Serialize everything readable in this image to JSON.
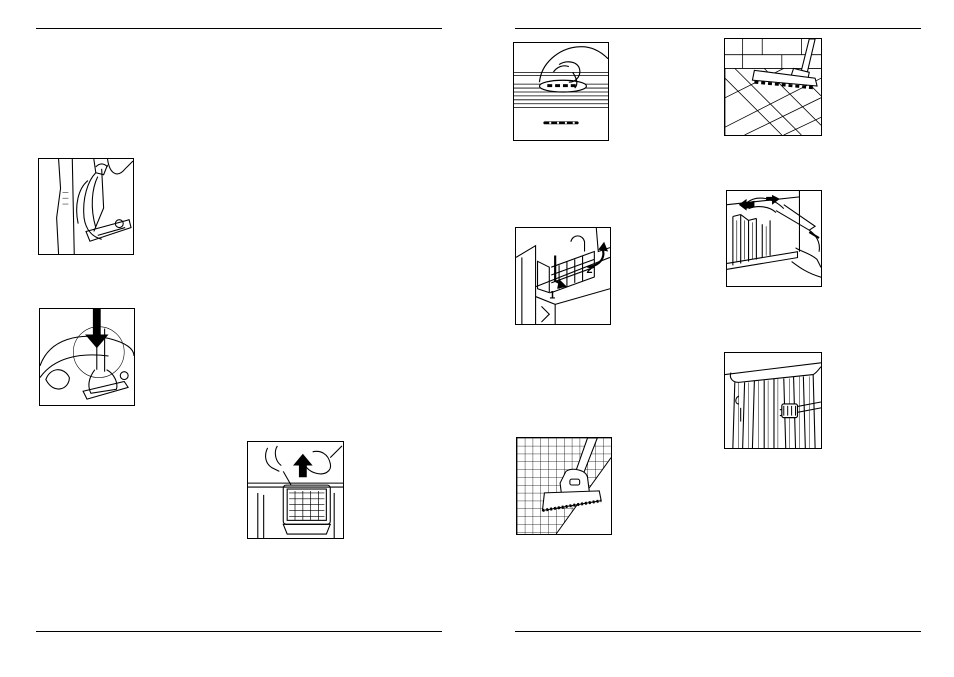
{
  "page": {
    "title": "",
    "background": "#ffffff",
    "line_color": "#000000"
  },
  "figures": {
    "carry_vacuum": {
      "icon": "carry-vacuum-illustration"
    },
    "park_nozzle": {
      "icon": "park-nozzle-illustration"
    },
    "filter_removal": {
      "icon": "filter-removal-illustration"
    },
    "nozzle_switch": {
      "icon": "nozzle-switch-illustration"
    },
    "filter_holder": {
      "icon": "filter-holder-illustration",
      "step_1": "1",
      "step_2": "2"
    },
    "carpet_nozzle": {
      "icon": "carpet-nozzle-illustration"
    },
    "hard_floor": {
      "icon": "hard-floor-nozzle-illustration"
    },
    "bookshelf_brush": {
      "icon": "dusting-brush-illustration"
    },
    "radiator_crevice": {
      "icon": "radiator-crevice-tool-illustration"
    }
  }
}
